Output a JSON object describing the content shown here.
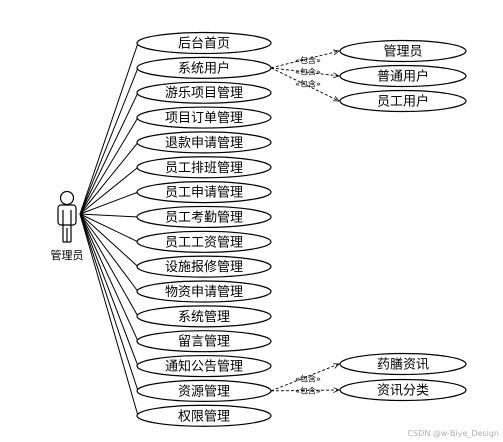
{
  "actor": {
    "label": "管理员"
  },
  "use_cases": [
    "后台首页",
    "系统用户",
    "游乐项目管理",
    "项目订单管理",
    "退款申请管理",
    "员工排班管理",
    "员工申请管理",
    "员工考勤管理",
    "员工工资管理",
    "设施报修管理",
    "物资申请管理",
    "系统管理",
    "留言管理",
    "通知公告管理",
    "资源管理",
    "权限管理"
  ],
  "includes": [
    {
      "from": 1,
      "targets": [
        "管理员",
        "普通用户",
        "员工用户"
      ],
      "label": "«包含»"
    },
    {
      "from": 14,
      "targets": [
        "药膳资讯",
        "资讯分类"
      ],
      "label": "«包含»"
    }
  ],
  "watermark": "CSDN @w-Biye_Design"
}
